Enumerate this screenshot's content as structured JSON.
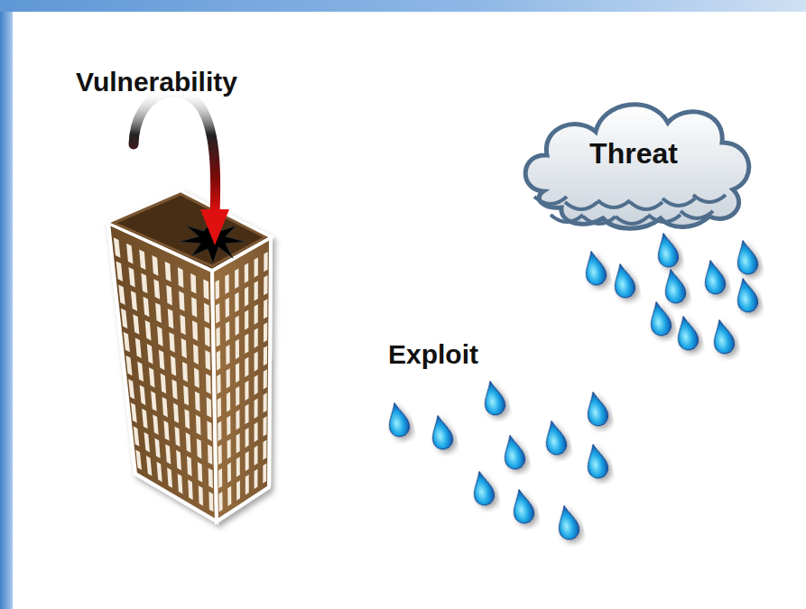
{
  "diagram": {
    "nodes": [
      {
        "text": [
          "Threat"
        ]
      }
    ],
    "labels": [
      "Vulnerability",
      "Exploit"
    ]
  }
}
